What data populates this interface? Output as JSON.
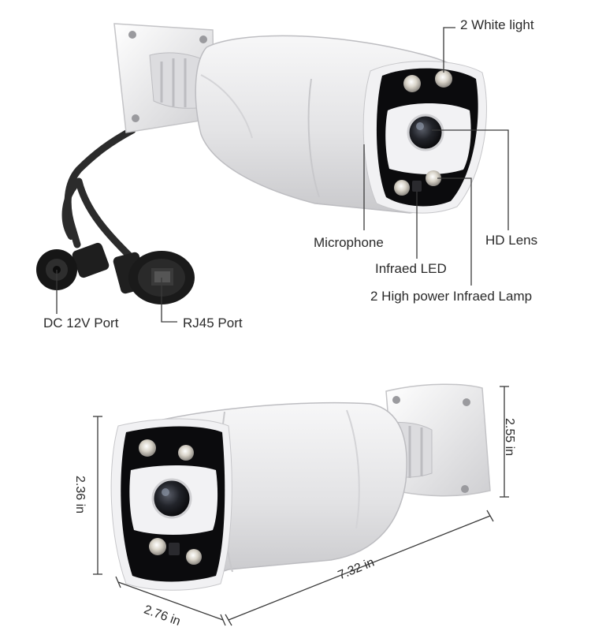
{
  "callouts": {
    "white_light": "2 White light",
    "microphone": "Microphone",
    "hd_lens": "HD Lens",
    "infrared_led": "Infraed LED",
    "infrared_lamp": "2 High power Infraed Lamp",
    "dc_port": "DC 12V Port",
    "rj45_port": "RJ45 Port"
  },
  "dimensions": {
    "height_front": "2.36 in",
    "width": "2.76 in",
    "length": "7.32 in",
    "height_rear": "2.55 in"
  },
  "colors": {
    "housing": "#e9e9ea",
    "face": "#0b0b0d",
    "lens_panel": "#f2f2f4",
    "cable": "#2b2b2b",
    "line": "#3a3a3a"
  }
}
